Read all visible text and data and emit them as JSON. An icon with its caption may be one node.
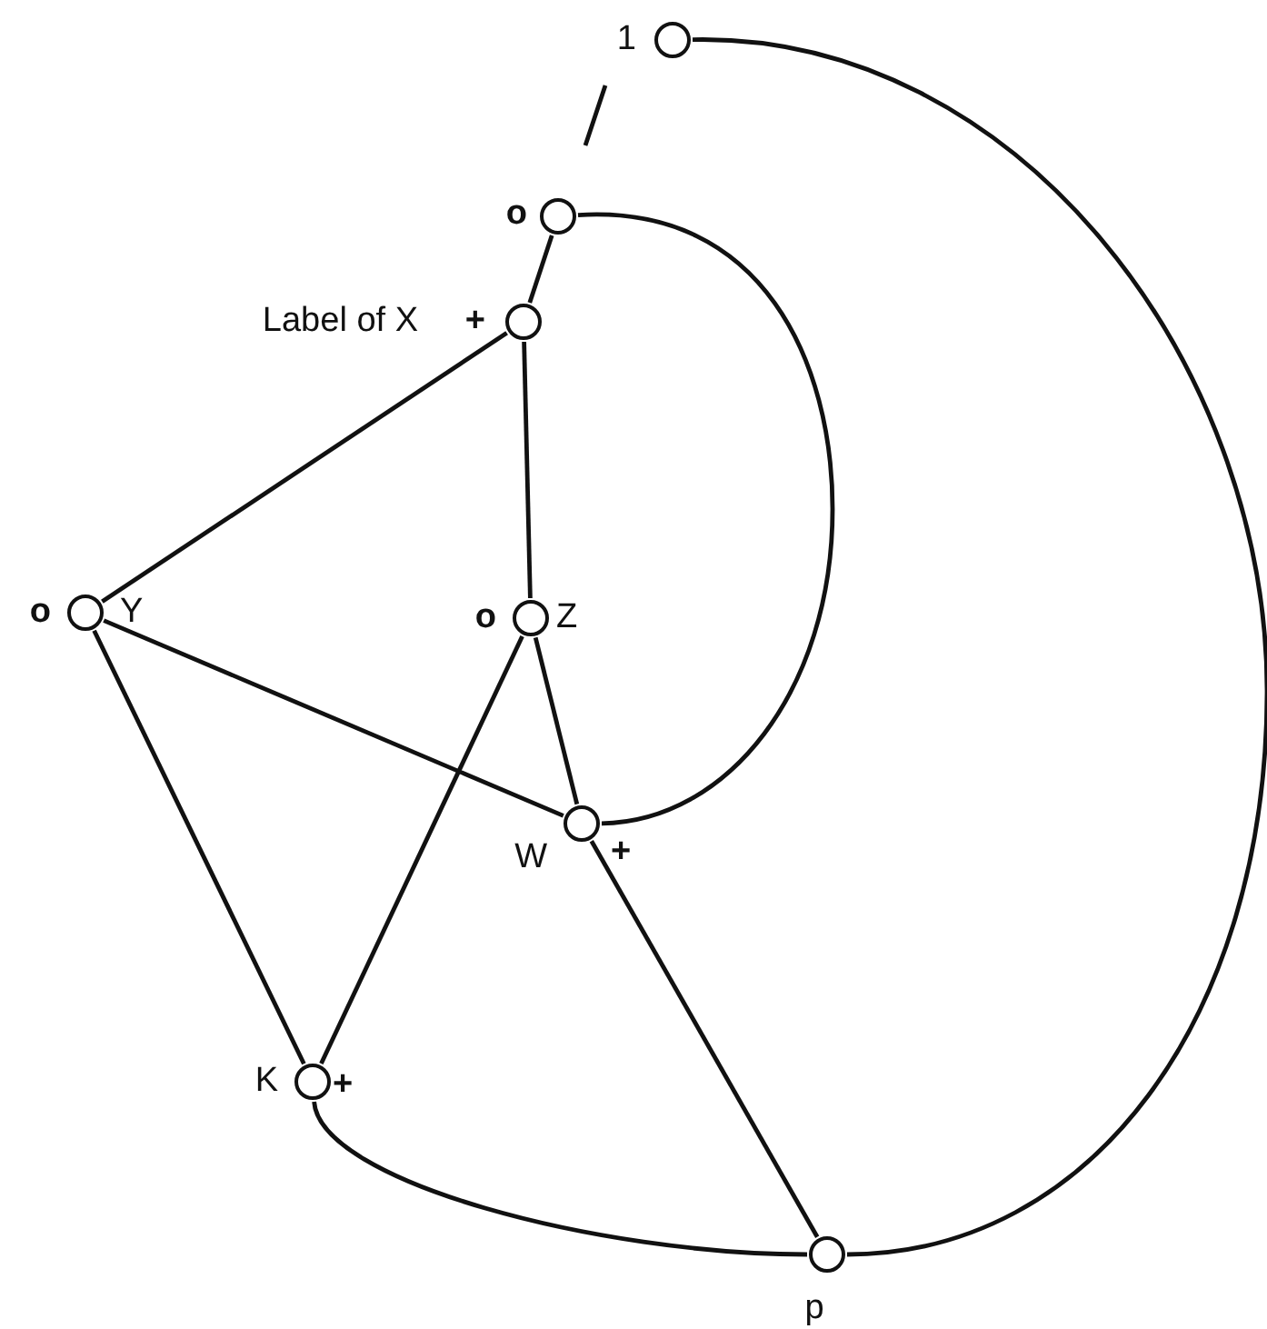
{
  "diagram": {
    "nodes": [
      {
        "text": [],
        "shape": "circle",
        "beside": [
          "1"
        ]
      },
      {
        "text": [],
        "shape": "circle",
        "beside": [
          "o"
        ]
      },
      {
        "text": [],
        "shape": "circle",
        "beside": [
          "Label of X",
          "+"
        ]
      },
      {
        "text": [],
        "shape": "circle",
        "beside": [
          "o",
          "Y"
        ]
      },
      {
        "text": [],
        "shape": "circle",
        "beside": [
          "o",
          "Z"
        ]
      },
      {
        "text": [],
        "shape": "circle",
        "beside": [
          "W",
          "+"
        ]
      },
      {
        "text": [],
        "shape": "circle",
        "beside": [
          "K",
          "+"
        ]
      },
      {
        "text": [],
        "shape": "circle",
        "beside": [
          "p"
        ]
      }
    ],
    "edges": [
      {
        "from": 0,
        "to": 7,
        "arrow": "none"
      },
      {
        "from": 1,
        "to": 2,
        "arrow": "none"
      },
      {
        "from": 1,
        "to": 5,
        "arrow": "none"
      },
      {
        "from": 2,
        "to": 3,
        "arrow": "none"
      },
      {
        "from": 2,
        "to": 4,
        "arrow": "none"
      },
      {
        "from": 3,
        "to": 5,
        "arrow": "none"
      },
      {
        "from": 3,
        "to": 6,
        "arrow": "none"
      },
      {
        "from": 4,
        "to": 6,
        "arrow": "none"
      },
      {
        "from": 4,
        "to": 5,
        "arrow": "none"
      },
      {
        "from": 5,
        "to": 7,
        "arrow": "none"
      },
      {
        "from": 6,
        "to": 7,
        "arrow": "none"
      }
    ]
  }
}
